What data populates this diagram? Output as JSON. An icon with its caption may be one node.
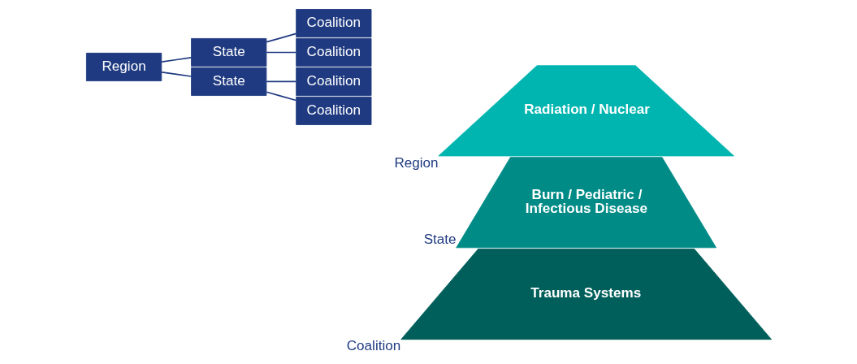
{
  "diagram": {
    "nodes": [
      {
        "text": [
          "Region"
        ]
      },
      {
        "text": [
          "State"
        ]
      },
      {
        "text": [
          "Coalition"
        ]
      },
      {
        "text": [
          "Coalition"
        ]
      },
      {
        "text": [
          "State"
        ]
      },
      {
        "text": [
          "Coalition"
        ]
      },
      {
        "text": [
          "Coalition"
        ]
      },
      {
        "text": [
          "Radiation / Nuclear"
        ],
        "beside": [
          "Region"
        ]
      },
      {
        "text": [
          "Burn / Pediatric / Infectious Disease"
        ],
        "beside": [
          "State"
        ]
      },
      {
        "text": [
          "Trauma Systems"
        ],
        "beside": [
          "Coalition"
        ]
      }
    ],
    "edges": [
      {
        "from": 0,
        "to": 1,
        "arrow": "none"
      },
      {
        "from": 1,
        "to": 2,
        "arrow": "none"
      },
      {
        "from": 1,
        "to": 3,
        "arrow": "none"
      },
      {
        "from": 0,
        "to": 4,
        "arrow": "none"
      },
      {
        "from": 4,
        "to": 5,
        "arrow": "none"
      },
      {
        "from": 4,
        "to": 6,
        "arrow": "none"
      }
    ]
  }
}
